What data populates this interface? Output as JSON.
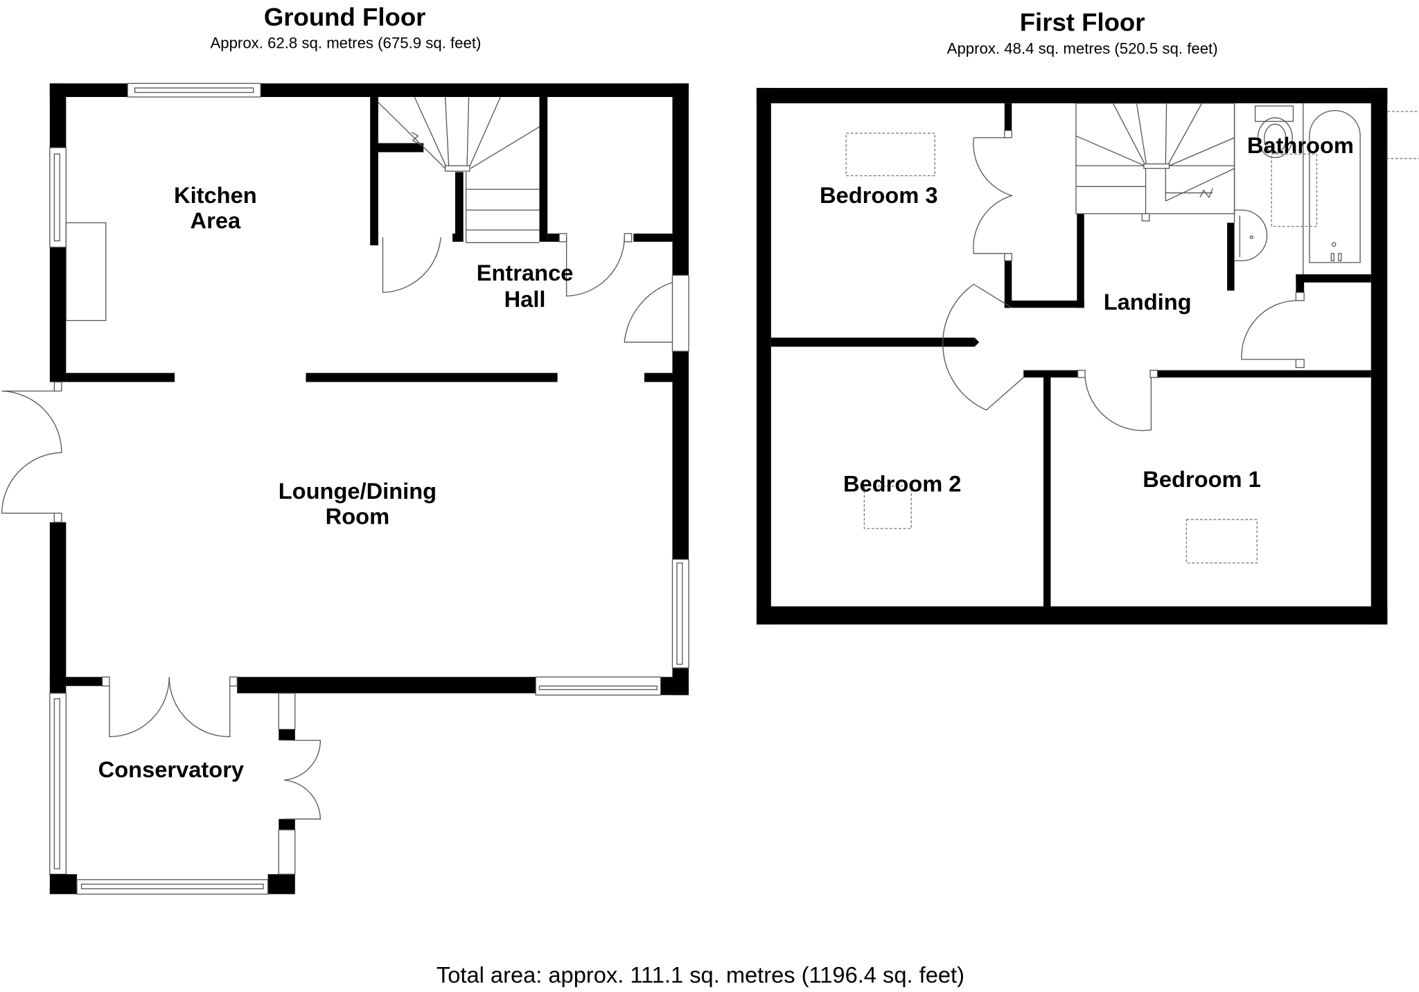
{
  "ground_floor": {
    "title": "Ground Floor",
    "area": "Approx. 62.8 sq. metres (675.9 sq. feet)",
    "rooms": {
      "kitchen_line1": "Kitchen",
      "kitchen_line2": "Area",
      "entrance_line1": "Entrance",
      "entrance_line2": "Hall",
      "lounge_line1": "Lounge/Dining",
      "lounge_line2": "Room",
      "conservatory": "Conservatory"
    }
  },
  "first_floor": {
    "title": "First Floor",
    "area": "Approx. 48.4 sq. metres (520.5 sq. feet)",
    "rooms": {
      "bedroom3": "Bedroom 3",
      "bathroom": "Bathroom",
      "landing": "Landing",
      "bedroom2": "Bedroom 2",
      "bedroom1": "Bedroom 1"
    }
  },
  "total_area": "Total area: approx. 111.1 sq. metres (1196.4 sq. feet)",
  "colors": {
    "wall": "#000000",
    "background": "#ffffff",
    "fixture_line": "#555555"
  }
}
